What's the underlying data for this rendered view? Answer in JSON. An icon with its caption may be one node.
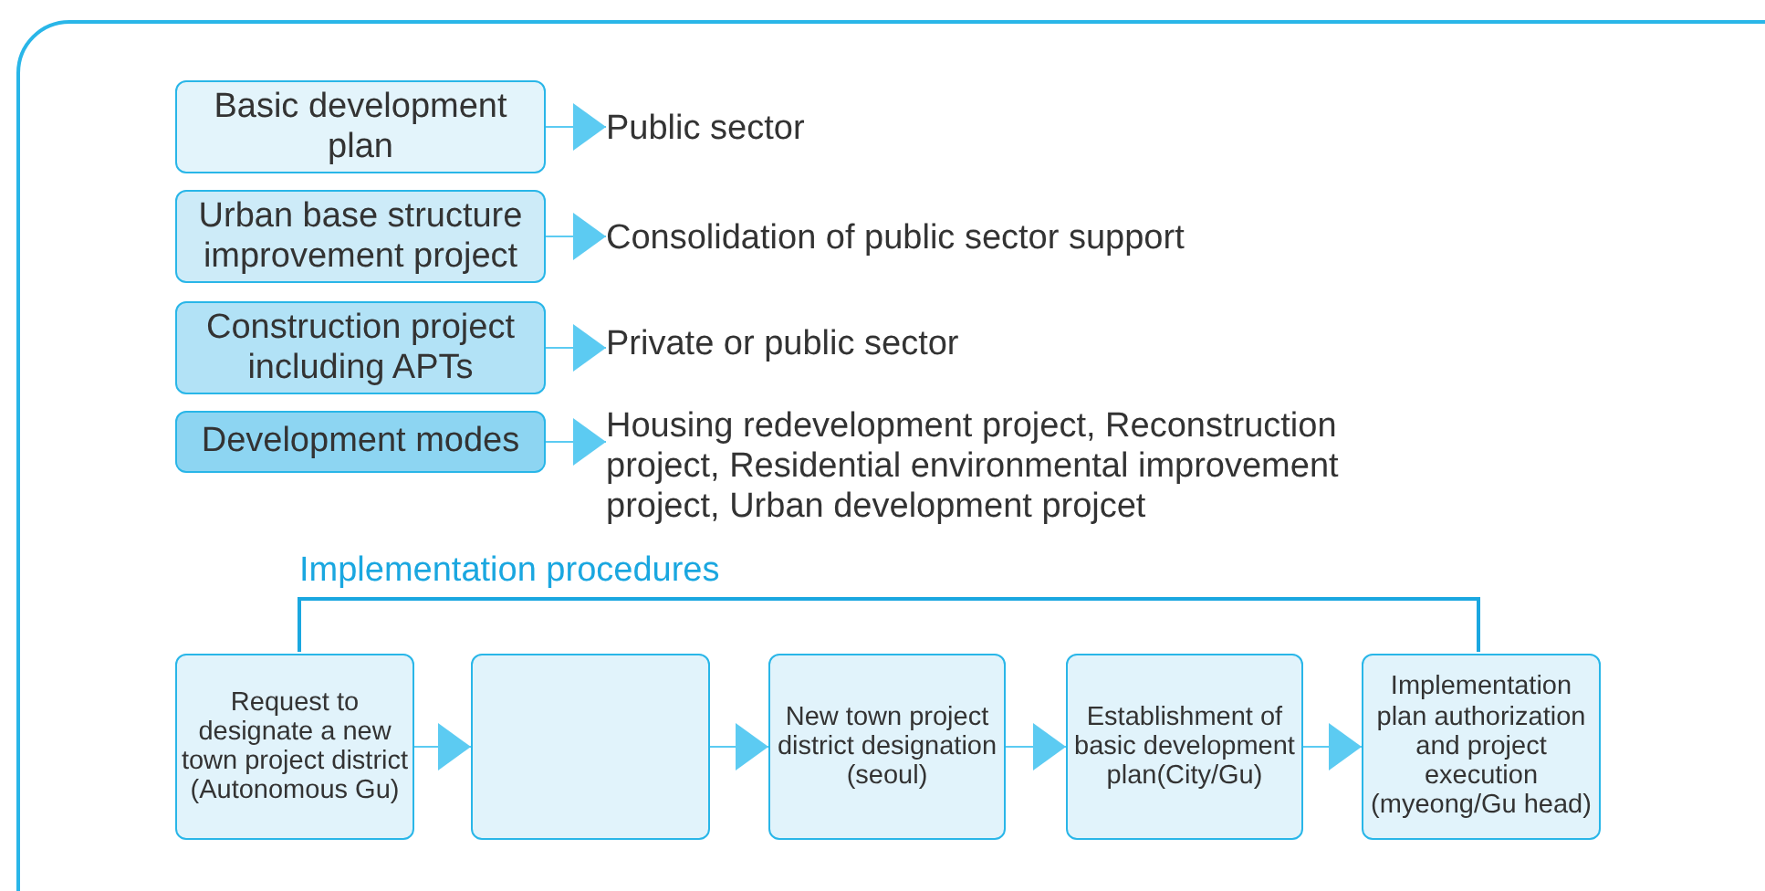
{
  "diagram": {
    "nodes": [
      {
        "text": [
          "Basic development plan"
        ]
      },
      {
        "text": [
          "Public sector"
        ]
      },
      {
        "text": [
          "Urban base structure improvement project"
        ]
      },
      {
        "text": [
          "Consolidation of public sector support"
        ]
      },
      {
        "text": [
          "Construction project including APTs"
        ]
      },
      {
        "text": [
          "Private or public sector"
        ]
      },
      {
        "text": [
          "Development modes"
        ]
      },
      {
        "text": [
          "Housing redevelopment project, Reconstruction project, Residential environmental improvement project, Urban development projcet"
        ]
      },
      {
        "text": [
          "Request to designate a new town project district (Autonomous Gu)"
        ]
      },
      {
        "text": [],
        "shape": "box"
      },
      {
        "text": [
          "New town project district designation (seoul)"
        ]
      },
      {
        "text": [
          "Establishment of basic development plan(City/Gu)"
        ]
      },
      {
        "text": [
          "Implementation plan authorization and project execution (myeong/Gu head)"
        ]
      }
    ],
    "edges": [
      {
        "from": 0,
        "to": 1,
        "arrow": "to"
      },
      {
        "from": 2,
        "to": 3,
        "arrow": "to"
      },
      {
        "from": 4,
        "to": 5,
        "arrow": "to"
      },
      {
        "from": 6,
        "to": 7,
        "arrow": "to"
      },
      {
        "from": 8,
        "to": 9,
        "arrow": "to"
      },
      {
        "from": 9,
        "to": 10,
        "arrow": "to"
      },
      {
        "from": 10,
        "to": 11,
        "arrow": "to"
      },
      {
        "from": 11,
        "to": 12,
        "arrow": "to"
      }
    ],
    "labels": [
      "Implementation procedures"
    ]
  }
}
